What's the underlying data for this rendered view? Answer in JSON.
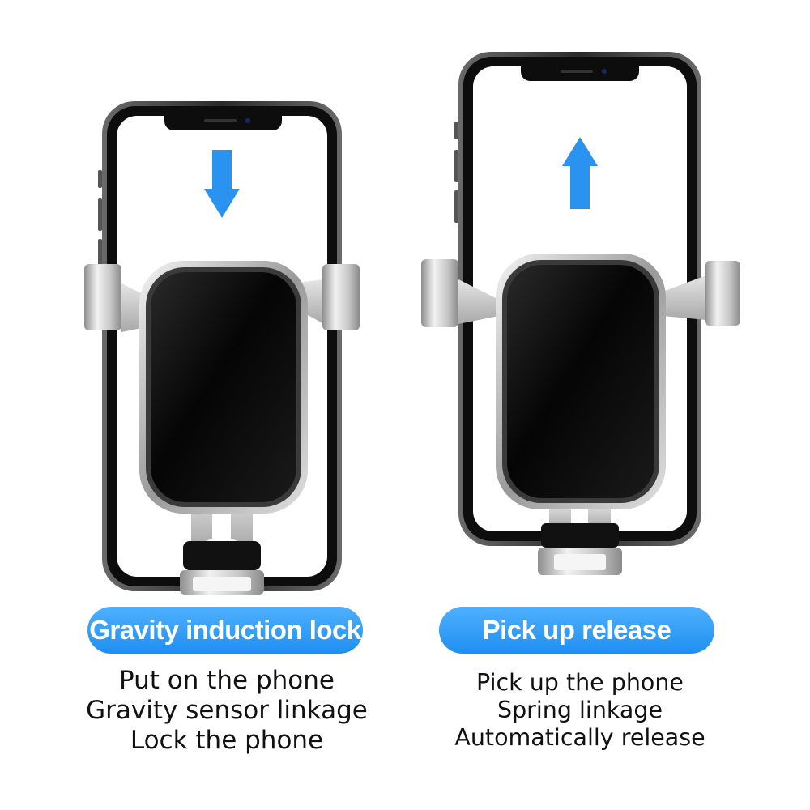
{
  "left": {
    "badge": "Gravity induction lock",
    "lines": [
      "Put on the phone",
      "Gravity sensor linkage",
      "Lock the phone"
    ],
    "arrow_direction": "down"
  },
  "right": {
    "badge": "Pick up release",
    "lines": [
      "Pick up the phone",
      "Spring linkage",
      "Automatically release"
    ],
    "arrow_direction": "up"
  },
  "colors": {
    "accent_blue": "#2b96ee",
    "arrow_blue": "#2a93f0",
    "phone_frame": "#2b2b2b",
    "mount_silver": "#c9c9c9",
    "mount_face": "#0b0b0b",
    "text": "#111111",
    "background": "#ffffff"
  }
}
